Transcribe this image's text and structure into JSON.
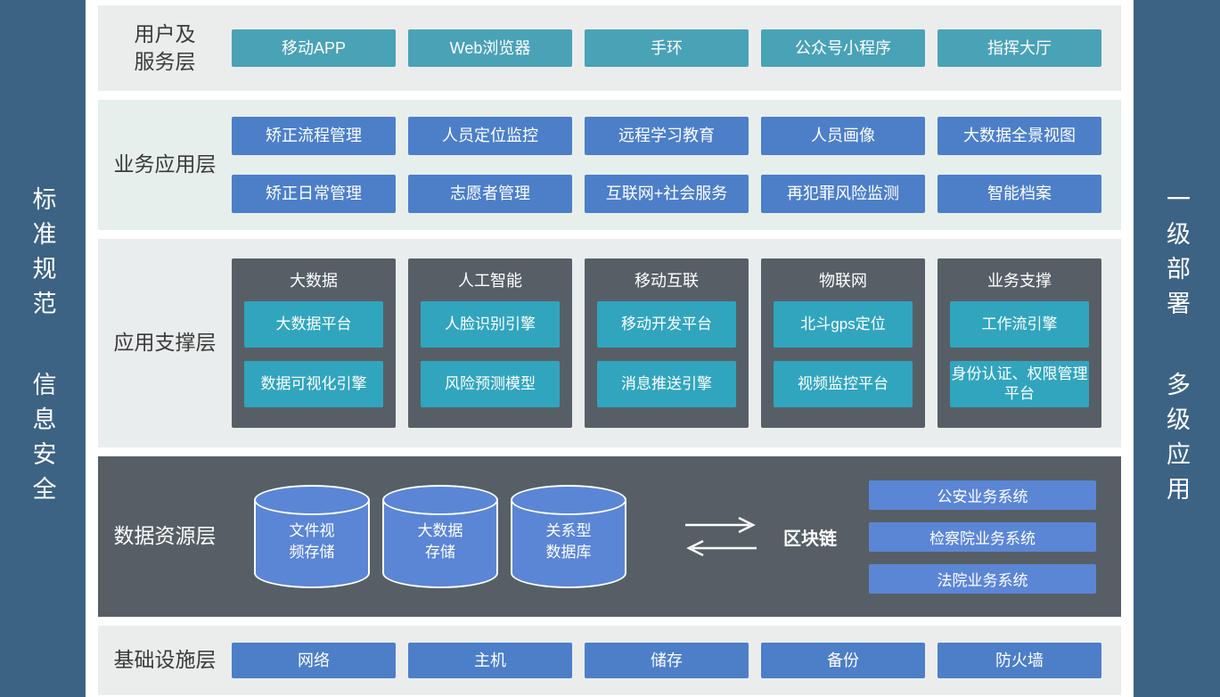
{
  "sidebar_left": {
    "line1": "标准规范",
    "line2": "信息安全"
  },
  "sidebar_right": {
    "line1": "一级部署",
    "line2": "多级应用"
  },
  "layer_user": {
    "label_line1": "用户及",
    "label_line2": "服务层",
    "items": [
      "移动APP",
      "Web浏览器",
      "手环",
      "公众号小程序",
      "指挥大厅"
    ]
  },
  "layer_business": {
    "label": "业务应用层",
    "row1": [
      "矫正流程管理",
      "人员定位监控",
      "远程学习教育",
      "人员画像",
      "大数据全景视图"
    ],
    "row2": [
      "矫正日常管理",
      "志愿者管理",
      "互联网+社会服务",
      "再犯罪风险监测",
      "智能档案"
    ]
  },
  "layer_support": {
    "label": "应用支撑层",
    "groups": [
      {
        "title": "大数据",
        "item1": "大数据平台",
        "item2": "数据可视化引擎"
      },
      {
        "title": "人工智能",
        "item1": "人脸识别引擎",
        "item2": "风险预测模型"
      },
      {
        "title": "移动互联",
        "item1": "移动开发平台",
        "item2": "消息推送引擎"
      },
      {
        "title": "物联网",
        "item1": "北斗gps定位",
        "item2": "视频监控平台"
      },
      {
        "title": "业务支撑",
        "item1": "工作流引擎",
        "item2": "身份认证、权限管理平台"
      }
    ]
  },
  "layer_data": {
    "label": "数据资源层",
    "cylinders": [
      {
        "line1": "文件视",
        "line2": "频存储"
      },
      {
        "line1": "大数据",
        "line2": "存储"
      },
      {
        "line1": "关系型",
        "line2": "数据库"
      }
    ],
    "blockchain": "区块链",
    "systems": [
      "公安业务系统",
      "检察院业务系统",
      "法院业务系统"
    ]
  },
  "layer_infra": {
    "label": "基础设施层",
    "items": [
      "网络",
      "主机",
      "储存",
      "备份",
      "防火墙"
    ]
  },
  "colors": {
    "sidebar": "#3C6384",
    "teal": "#4AA2B6",
    "teal_bright": "#31A5BE",
    "blue": "#4C7FC8",
    "blue_light": "#5B86D5",
    "dark_panel": "#575F66",
    "layer_bg": "#EBEDED",
    "layer_bg_green": "#E6EFEC"
  }
}
